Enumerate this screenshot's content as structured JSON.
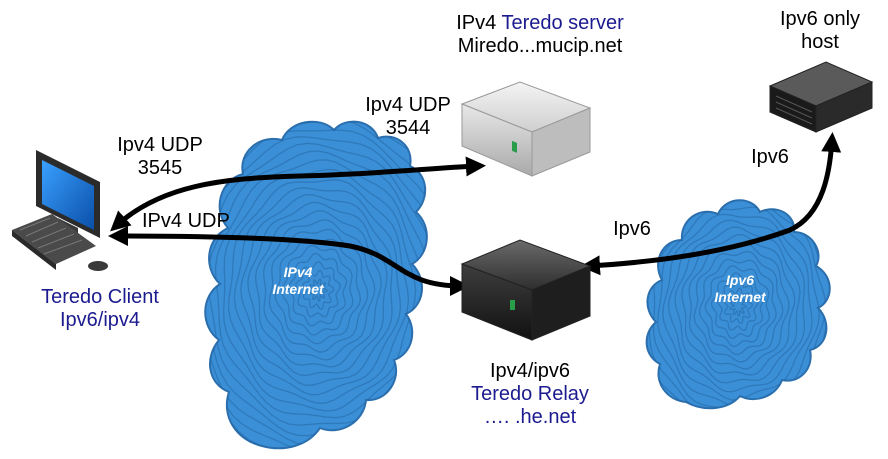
{
  "nodes": {
    "teredo_server": {
      "line1_prefix": "IPv4",
      "line1_name": "Teredo server",
      "line2": "Miredo...mucip.net"
    },
    "ipv6_host": {
      "line1": "Ipv6 only",
      "line2": "host"
    },
    "teredo_client": {
      "line1": "Teredo Client",
      "line2": "Ipv6/ipv4"
    },
    "teredo_relay": {
      "line1": "Ipv4/ipv6",
      "line2": "Teredo Relay",
      "line3": "…. .he.net"
    }
  },
  "clouds": {
    "ipv4": {
      "line1": "IPv4",
      "line2": "Internet"
    },
    "ipv6": {
      "line1": "Ipv6",
      "line2": "Internet"
    }
  },
  "links": {
    "client_udp": {
      "line1": "Ipv4 UDP",
      "line2": "3545"
    },
    "server_udp": {
      "line1": "Ipv4 UDP",
      "line2": "3544"
    },
    "relay_udp": {
      "line1": "IPv4 UDP"
    },
    "relay_ipv6": {
      "line1": "Ipv6"
    },
    "host_ipv6": {
      "line1": "Ipv6"
    }
  },
  "colors": {
    "cloud_fill": "#3b8fd6",
    "cloud_ripple": "#1f5f9c",
    "name_text": "#1b1b8f",
    "arrow": "#000000"
  },
  "icons": {
    "client": "desktop-computer-icon",
    "server": "server-box-icon",
    "relay": "relay-box-icon",
    "host": "rack-server-icon"
  }
}
